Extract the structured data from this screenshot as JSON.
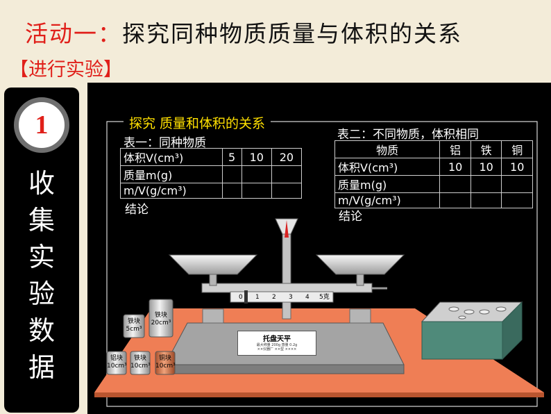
{
  "heading": {
    "lead": "活动一：",
    "rest": "探究同种物质质量与体积的关系"
  },
  "tag": "【进行实验】",
  "step": {
    "number": "1",
    "chars": [
      "收",
      "集",
      "实",
      "验",
      "数",
      "据"
    ]
  },
  "board": {
    "caption": "探究 质量和体积的关系",
    "table1": {
      "caption": "表一：同种物质",
      "rows": [
        [
          "体积V(cm³)",
          "5",
          "10",
          "20"
        ],
        [
          "质量m(g)",
          "",
          "",
          ""
        ],
        [
          "m/V(g/cm³)",
          "",
          "",
          ""
        ]
      ],
      "conclusion": "结论"
    },
    "table2": {
      "caption": "表二：不同物质，体积相同",
      "rows": [
        [
          "物质",
          "铝",
          "铁",
          "铜"
        ],
        [
          "体积V(cm³)",
          "10",
          "10",
          "10"
        ],
        [
          "质量m(g)",
          "",
          "",
          ""
        ],
        [
          "m/V(g/cm³)",
          "",
          "",
          ""
        ]
      ],
      "conclusion": "结论"
    }
  },
  "blocks": [
    {
      "id": "iron-5",
      "name": "铁块",
      "vol": "5cm³"
    },
    {
      "id": "iron-20",
      "name": "铁块",
      "vol": "20cm³"
    },
    {
      "id": "al-10",
      "name": "铝块",
      "vol": "10cm³"
    },
    {
      "id": "iron-10",
      "name": "铁块",
      "vol": "10cm³"
    },
    {
      "id": "cu-10",
      "name": "铜块",
      "vol": "10cm³"
    }
  ],
  "balance": {
    "name": "托盘天平",
    "fine_print": [
      "最大称量 200g  感量 0.2g",
      "××仪器厂 ××型 ××××"
    ],
    "scale_ticks": [
      "0",
      "1",
      "2",
      "3",
      "4",
      "5克"
    ]
  },
  "colors": {
    "accent_red": "#e0201a",
    "board": "#000000",
    "table_top": "#ef7e55",
    "caption_yellow": "#ffe000"
  }
}
